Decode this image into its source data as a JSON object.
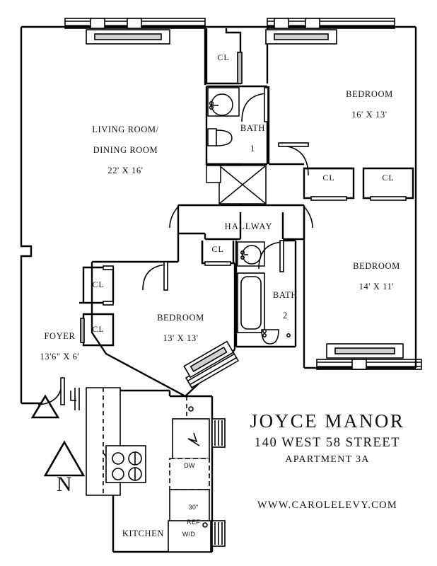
{
  "document": {
    "type": "apartment-floor-plan",
    "building_name": "JOYCE MANOR",
    "address": "140 WEST 58 STREET",
    "apartment": "APARTMENT 3A",
    "website": "WWW.CAROLELEVY.COM"
  },
  "rooms": [
    {
      "id": "living-dining",
      "name_line1": "LIVING ROOM/",
      "name_line2": "DINING ROOM",
      "dimensions": "22' X 16'"
    },
    {
      "id": "bedroom-1",
      "name": "BEDROOM",
      "dimensions": "16' X 13'"
    },
    {
      "id": "bedroom-2",
      "name": "BEDROOM",
      "dimensions": "14' X 11'"
    },
    {
      "id": "bedroom-3",
      "name": "BEDROOM",
      "dimensions": "13' X 13'"
    },
    {
      "id": "foyer",
      "name": "FOYER",
      "dimensions": "13'6\" X 6'"
    },
    {
      "id": "kitchen",
      "name": "KITCHEN",
      "dimensions": ""
    },
    {
      "id": "hallway",
      "name": "HALLWAY",
      "dimensions": ""
    },
    {
      "id": "bath-1",
      "name": "BATH",
      "number": "1"
    },
    {
      "id": "bath-2",
      "name": "BATH",
      "number": "2"
    }
  ],
  "closets": [
    {
      "id": "closet-top-hall",
      "label": "CL"
    },
    {
      "id": "closet-bedroom1-a",
      "label": "CL"
    },
    {
      "id": "closet-bedroom1-b",
      "label": "CL"
    },
    {
      "id": "closet-hallway",
      "label": "CL"
    },
    {
      "id": "closet-foyer-upper",
      "label": "CL"
    },
    {
      "id": "closet-foyer-lower",
      "label": "CL"
    }
  ],
  "appliances": [
    {
      "id": "dishwasher",
      "label": "DW"
    },
    {
      "id": "refrigerator",
      "label_line1": "30\"",
      "label_line2": "REF"
    },
    {
      "id": "washer-dryer",
      "label": "W/D"
    }
  ],
  "compass": {
    "letter": "N",
    "icon": "north-arrow"
  },
  "colors": {
    "wall": "#000000",
    "background": "#ffffff",
    "fixture_fill": "#d9d9d9",
    "text": "#111111"
  }
}
